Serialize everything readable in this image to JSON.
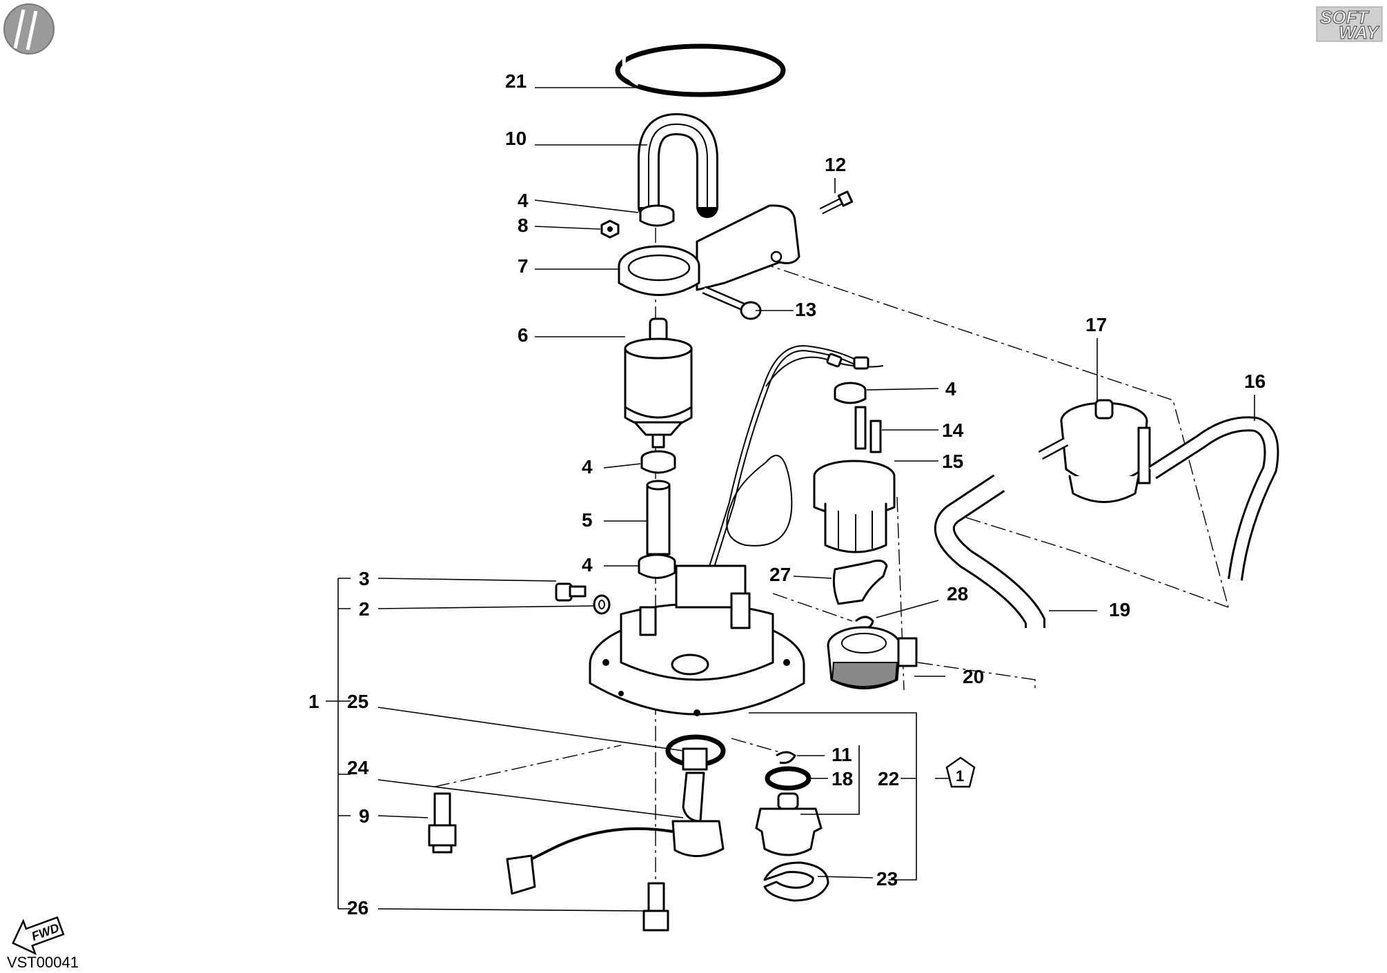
{
  "diagram": {
    "drawing_code": "VST00041",
    "logo": {
      "line1": "SOFT",
      "line2": "WAY"
    },
    "fwd_label": "FWD",
    "note_symbol": "1",
    "callouts": {
      "c21": "21",
      "c10": "10",
      "c4a": "4",
      "c8": "8",
      "c7": "7",
      "c12": "12",
      "c13": "13",
      "c6": "6",
      "c4b": "4",
      "c5": "5",
      "c4c": "4",
      "c3": "3",
      "c2": "2",
      "c1": "1",
      "c25": "25",
      "c24": "24",
      "c9": "9",
      "c26": "26",
      "c17": "17",
      "c16": "16",
      "c4d": "4",
      "c14": "14",
      "c15": "15",
      "c27": "27",
      "c28": "28",
      "c19": "19",
      "c20": "20",
      "c11": "11",
      "c18": "18",
      "c22": "22",
      "c23": "23"
    },
    "icons": [
      "gear-stamp-icon",
      "softway-logo",
      "fwd-arrow-icon",
      "note-pentagon-icon"
    ]
  }
}
